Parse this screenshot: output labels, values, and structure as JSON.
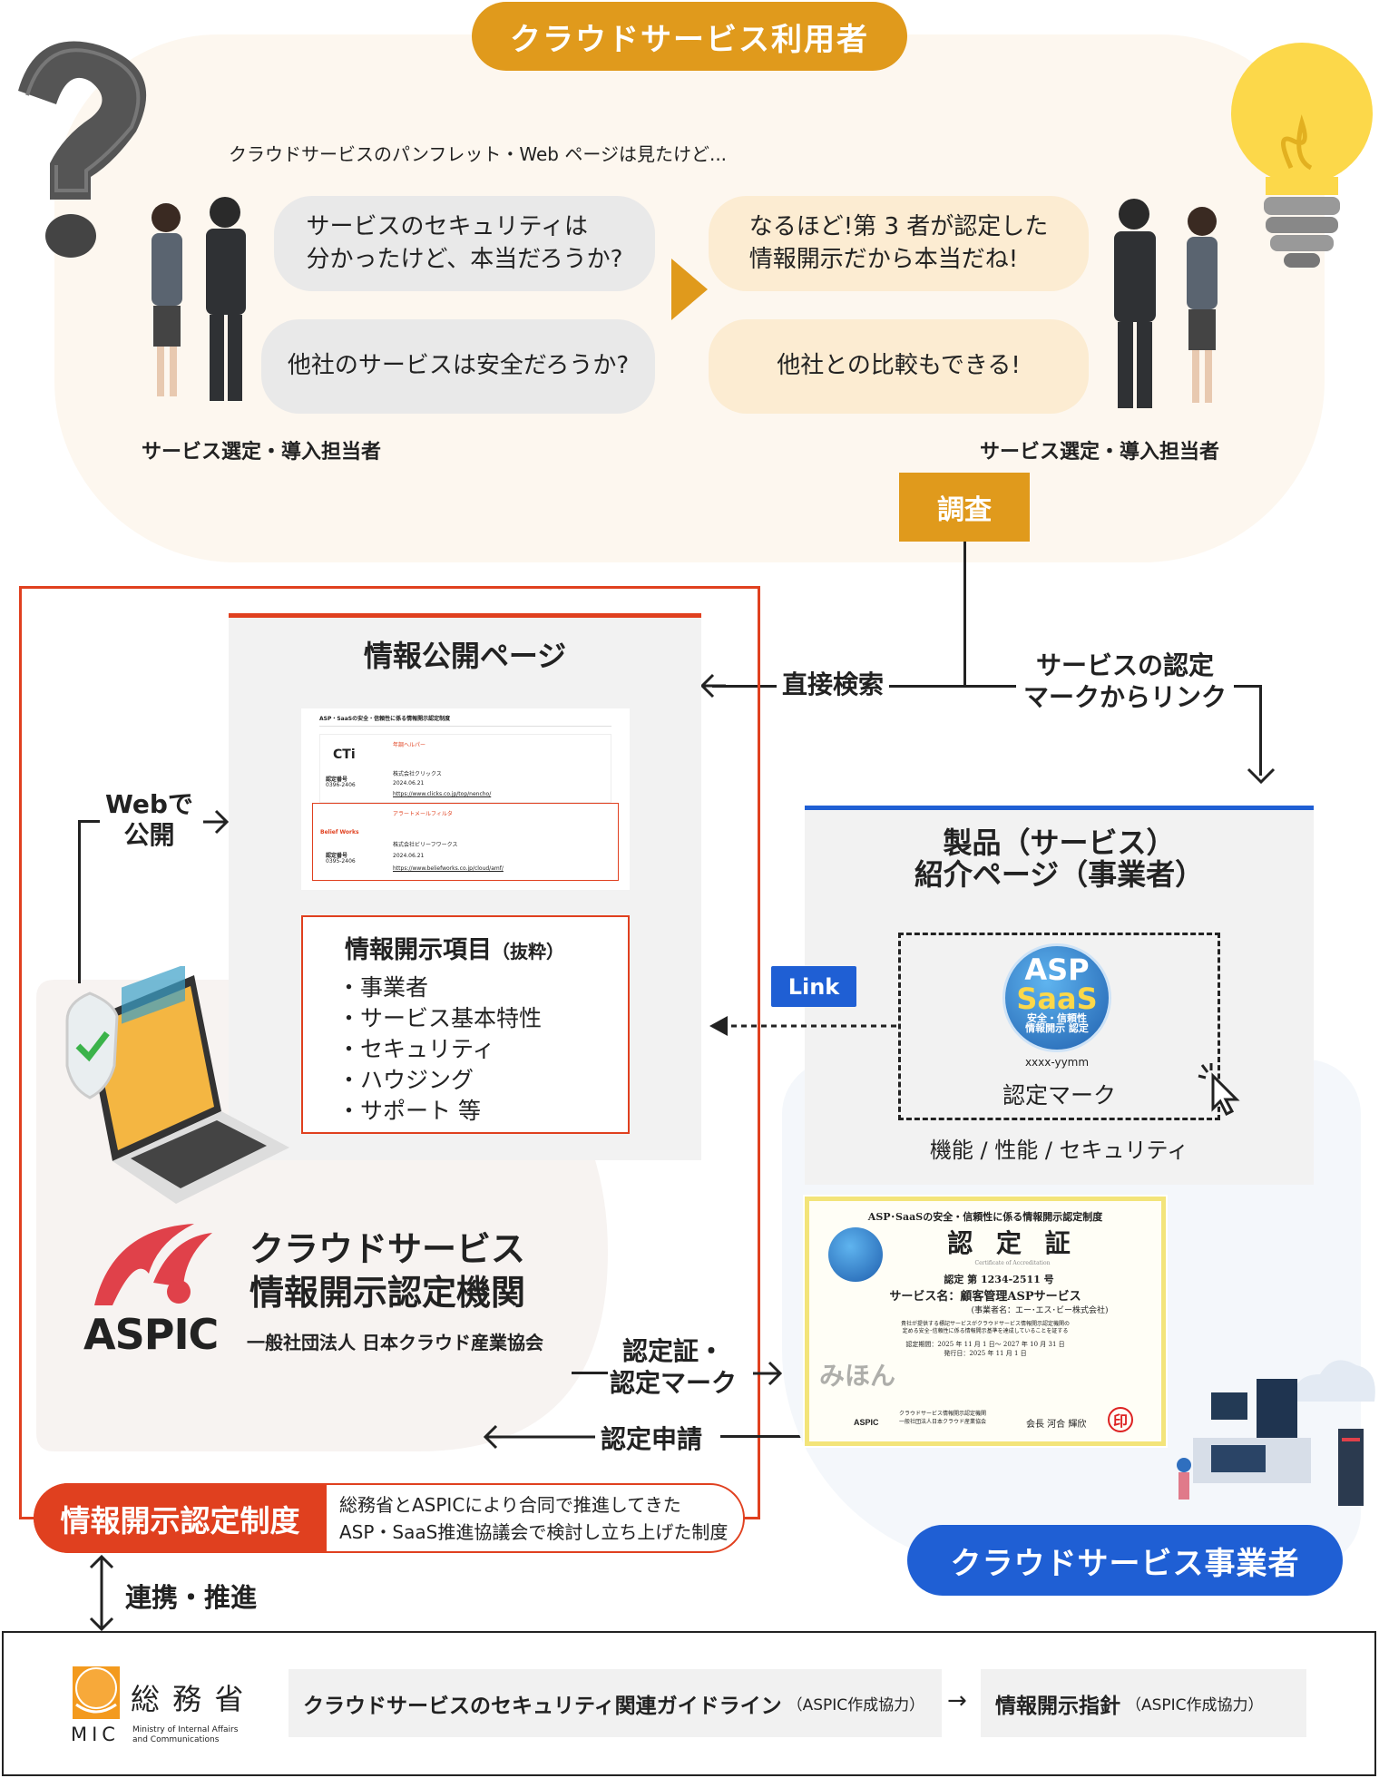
{
  "users": {
    "title": "クラウドサービス利用者",
    "intro": "クラウドサービスのパンフレット・Web ページは見たけど...",
    "left_bubbles": [
      "サービスのセキュリティは\n分かったけど、本当だろうか?",
      "他社のサービスは安全だろうか?"
    ],
    "right_bubbles": [
      "なるほど!第 3 者が認定した\n情報開示だから本当だね!",
      "他社との比較もできる!"
    ],
    "left_label": "サービス選定・導入担当者",
    "right_label": "サービス選定・導入担当者",
    "survey": "調査"
  },
  "flow": {
    "direct_search": "直接検索",
    "mark_link": "サービスの認定\nマークからリンク",
    "web_publish": "Webで\n公開",
    "cert_mark": "認定証・\n認定マーク",
    "apply": "認定申請",
    "cooperate": "連携・推進"
  },
  "info_page": {
    "title": "情報公開ページ",
    "mini": {
      "header": "ASP・SaaSの安全・信頼性に係る情報開示認定制度",
      "entries": [
        {
          "logo": "CTi",
          "service": "年調ヘルパー",
          "company": "株式会社クリックス",
          "date": "2024.06.21",
          "url": "https://www.clicks.co.jp/top/nencho/",
          "id_label": "認定番号",
          "id": "0396-2406"
        },
        {
          "logo": "Belief Works",
          "service": "アラートメールフィルタ",
          "company": "株式会社ビリーフワークス",
          "date": "2024.06.21",
          "url": "https://www.beliefworks.co.jp/cloud/amf/",
          "id_label": "認定番号",
          "id": "0395-2406"
        }
      ]
    },
    "items_title": "情報開示項目",
    "items_note": "（抜粋）",
    "items": [
      "事業者",
      "サービス基本特性",
      "セキュリティ",
      "ハウジング",
      "サポート 等"
    ]
  },
  "aspic": {
    "logo_text": "ASPIC",
    "name": "クラウドサービス\n情報開示認定機関",
    "org": "一般社団法人 日本クラウド産業協会"
  },
  "product_page": {
    "title": "製品（サービス）\n紹介ページ（事業者）",
    "link_button": "Link",
    "badge_lines": [
      "ASP",
      "SaaS",
      "安全・信頼性",
      "情報開示 認定"
    ],
    "badge_code": "xxxx-yymm",
    "mark_label": "認定マーク",
    "features": "機能 / 性能 / セキュリティ"
  },
  "certificate": {
    "header": "ASP･SaaSの安全・信頼性に係る情報開示認定制度",
    "title": "認 定 証",
    "title_en": "Certificate of Accreditation",
    "number": "認定 第 1234-2511 号",
    "service": "サービス名：顧客管理ASPサービス",
    "company": "(事業者名：エー･エス･ビー株式会社)",
    "sample": "みほん",
    "body": "貴社が提供する標記サービスがクラウドサービス情報開示認定機関の\n定める安全･信頼性に係る情報開示基準を達成していることを証する",
    "period": "認定期間：2025 年 11 月 1 日〜 2027 年 10 月 31 日",
    "issued": "発行日：2025 年 11 月 1 日",
    "issuer": "クラウドサービス情報開示認定機関\n一般社団法人日本クラウド産業協会",
    "president": "会長 河合 輝欣",
    "seal": "印",
    "aspic": "ASPIC"
  },
  "provider": {
    "title": "クラウドサービス事業者"
  },
  "system": {
    "name": "情報開示認定制度",
    "desc": "総務省とASPICにより合同で推進してきた\nASP・SaaS推進協議会で検討し立ち上げた制度"
  },
  "mic": {
    "kanji": "総 務 省",
    "abbr": "MIC",
    "en": "Ministry of Internal Affairs\nand Communications",
    "guideline": "クラウドサービスのセキュリティ関連ガイドライン",
    "guideline_note": "（ASPIC作成協力）",
    "arrow": "→",
    "policy": "情報開示指針",
    "policy_note": "（ASPIC作成協力）"
  },
  "colors": {
    "gold": "#e09a1c",
    "red": "#e0401f",
    "blue": "#1f5fd4"
  }
}
